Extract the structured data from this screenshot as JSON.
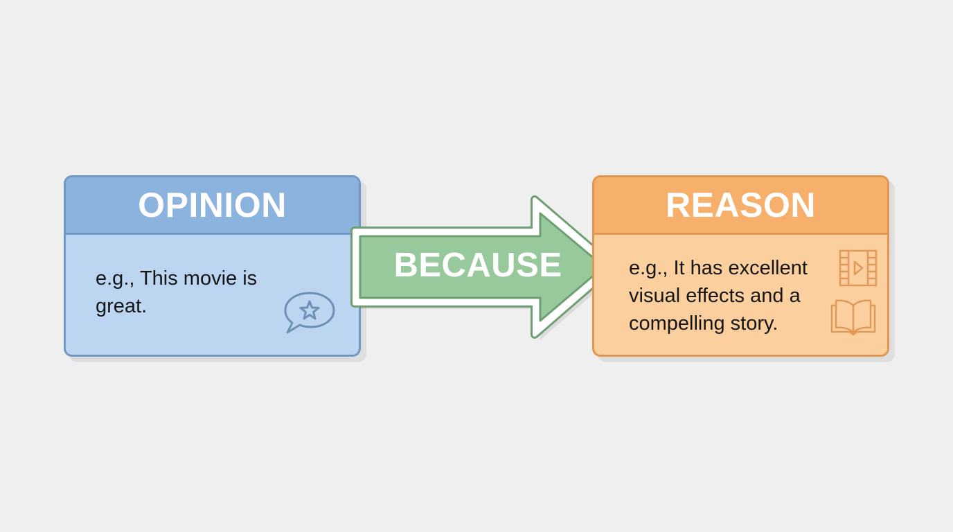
{
  "diagram": {
    "opinion": {
      "title": "OPINION",
      "example": "e.g., This movie is great.",
      "icon": "speech-bubble-star-icon",
      "colors": {
        "header": "#8cb2de",
        "body": "#bcd5f0",
        "border": "#7098c4"
      }
    },
    "connector": {
      "label": "BECAUSE",
      "icon": "right-arrow",
      "colors": {
        "fill": "#98c99c",
        "border": "#6e9f72"
      }
    },
    "reason": {
      "title": "REASON",
      "example": "e.g., It has excellent visual effects and a compelling story.",
      "icons": [
        "film-play-icon",
        "open-book-icon"
      ],
      "colors": {
        "header": "#f7b06c",
        "body": "#fbcf9e",
        "border": "#e09652"
      }
    },
    "background": "#efefef"
  }
}
